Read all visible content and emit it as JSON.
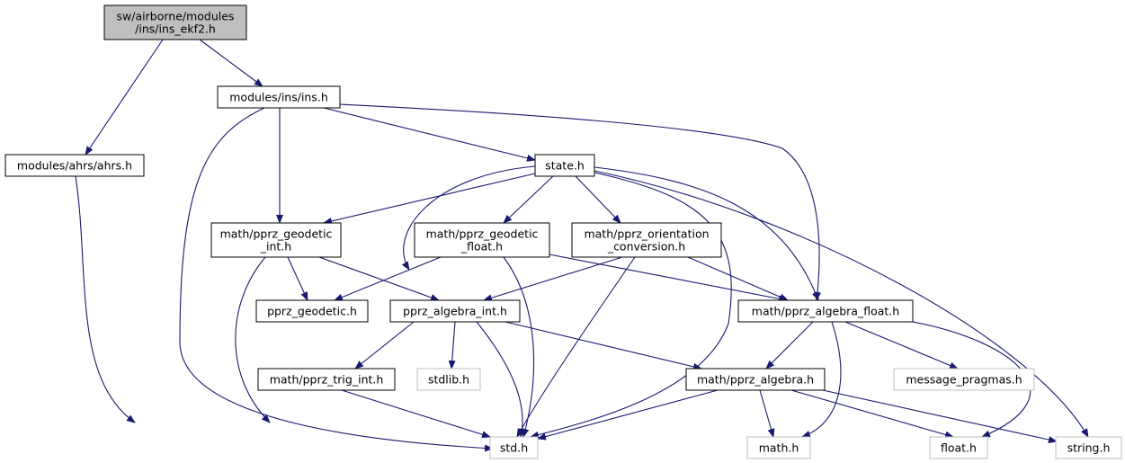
{
  "diagram": {
    "colors": {
      "edge": "#191970",
      "root_fill": "#bfbfbf",
      "node_fill": "#ffffff",
      "node_border": "#000000",
      "external_border": "#bfbfbf"
    },
    "nodes": [
      {
        "id": "root",
        "lines": [
          "sw/airborne/modules",
          "/ins/ins_ekf2.h"
        ],
        "kind": "root"
      },
      {
        "id": "ins",
        "lines": [
          "modules/ins/ins.h"
        ],
        "kind": "local"
      },
      {
        "id": "ahrs",
        "lines": [
          "modules/ahrs/ahrs.h"
        ],
        "kind": "local"
      },
      {
        "id": "state",
        "lines": [
          "state.h"
        ],
        "kind": "local"
      },
      {
        "id": "geo_int",
        "lines": [
          "math/pprz_geodetic",
          "_int.h"
        ],
        "kind": "local"
      },
      {
        "id": "geo_float",
        "lines": [
          "math/pprz_geodetic",
          "_float.h"
        ],
        "kind": "local"
      },
      {
        "id": "orient",
        "lines": [
          "math/pprz_orientation",
          "_conversion.h"
        ],
        "kind": "local"
      },
      {
        "id": "geo",
        "lines": [
          "pprz_geodetic.h"
        ],
        "kind": "local"
      },
      {
        "id": "alg_int",
        "lines": [
          "pprz_algebra_int.h"
        ],
        "kind": "local"
      },
      {
        "id": "alg_float",
        "lines": [
          "math/pprz_algebra_float.h"
        ],
        "kind": "local"
      },
      {
        "id": "trig",
        "lines": [
          "math/pprz_trig_int.h"
        ],
        "kind": "local"
      },
      {
        "id": "stdlib",
        "lines": [
          "stdlib.h"
        ],
        "kind": "external"
      },
      {
        "id": "alg",
        "lines": [
          "math/pprz_algebra.h"
        ],
        "kind": "local"
      },
      {
        "id": "msgp",
        "lines": [
          "message_pragmas.h"
        ],
        "kind": "external"
      },
      {
        "id": "std",
        "lines": [
          "std.h"
        ],
        "kind": "external"
      },
      {
        "id": "math",
        "lines": [
          "math.h"
        ],
        "kind": "external"
      },
      {
        "id": "float",
        "lines": [
          "float.h"
        ],
        "kind": "external"
      },
      {
        "id": "string",
        "lines": [
          "string.h"
        ],
        "kind": "external"
      }
    ],
    "edges": [
      [
        "root",
        "ahrs"
      ],
      [
        "root",
        "ins"
      ],
      [
        "ins",
        "std"
      ],
      [
        "ins",
        "geo_int"
      ],
      [
        "ins",
        "state"
      ],
      [
        "ins",
        "alg_float"
      ],
      [
        "ahrs",
        "std"
      ],
      [
        "state",
        "geo_int"
      ],
      [
        "state",
        "geo_float"
      ],
      [
        "state",
        "orient"
      ],
      [
        "state",
        "alg_int"
      ],
      [
        "state",
        "alg_float"
      ],
      [
        "state",
        "std"
      ],
      [
        "state",
        "string"
      ],
      [
        "geo_int",
        "geo"
      ],
      [
        "geo_int",
        "alg_int"
      ],
      [
        "geo_int",
        "std"
      ],
      [
        "geo_float",
        "geo"
      ],
      [
        "geo_float",
        "alg_float"
      ],
      [
        "geo_float",
        "std"
      ],
      [
        "orient",
        "alg_int"
      ],
      [
        "orient",
        "alg_float"
      ],
      [
        "orient",
        "std"
      ],
      [
        "alg_int",
        "trig"
      ],
      [
        "alg_int",
        "stdlib"
      ],
      [
        "alg_int",
        "alg"
      ],
      [
        "alg_int",
        "std"
      ],
      [
        "alg_float",
        "alg"
      ],
      [
        "alg_float",
        "msgp"
      ],
      [
        "alg_float",
        "math"
      ],
      [
        "alg_float",
        "float"
      ],
      [
        "trig",
        "std"
      ],
      [
        "alg",
        "std"
      ],
      [
        "alg",
        "math"
      ],
      [
        "alg",
        "float"
      ],
      [
        "alg",
        "string"
      ]
    ]
  }
}
